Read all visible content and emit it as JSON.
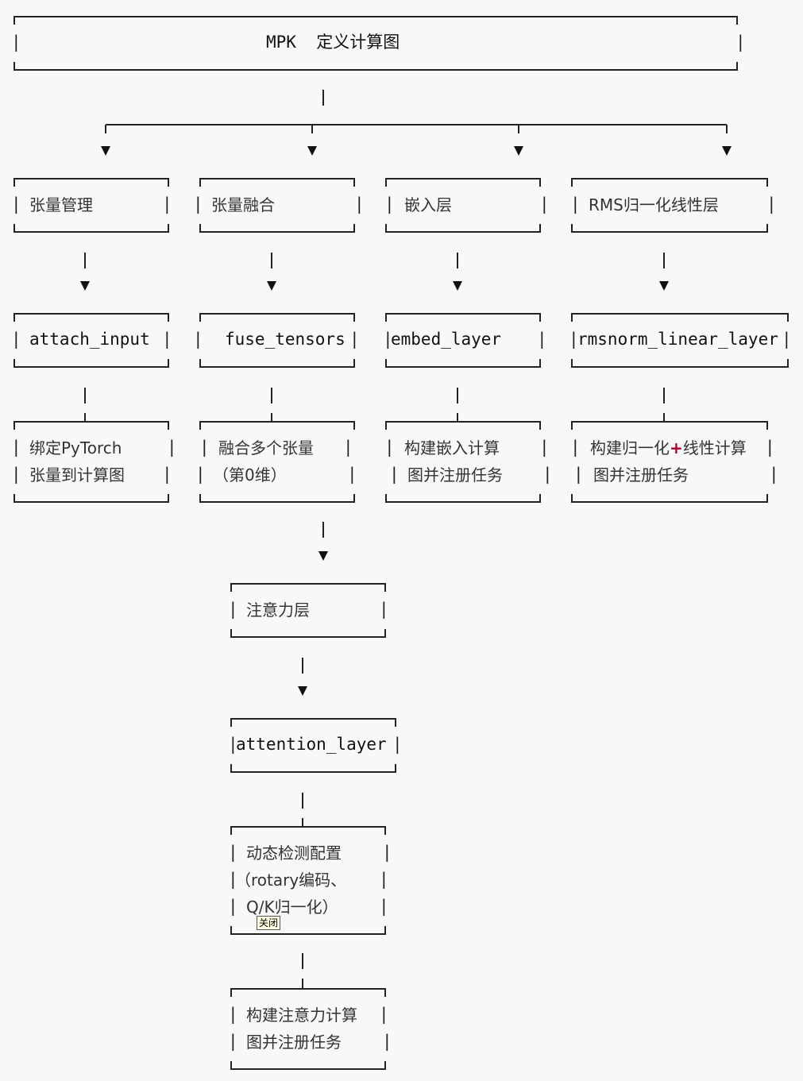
{
  "root": {
    "title": "MPK  定义计算图"
  },
  "branches": [
    {
      "category": "张量管理",
      "function": "attach_input",
      "desc": [
        "绑定PyTorch",
        "张量到计算图"
      ]
    },
    {
      "category": "张量融合",
      "function": "fuse_tensors",
      "desc": [
        "融合多个张量",
        "（第0维）"
      ]
    },
    {
      "category": "嵌入层",
      "function": "embed_layer",
      "desc": [
        "构建嵌入计算",
        "图并注册任务"
      ]
    },
    {
      "category": "RMS归一化线性层",
      "function": "rmsnorm_linear_layer",
      "desc_line1_pre": "构建归一化",
      "desc_plus": "+",
      "desc_line1_post": "线性计算",
      "desc_line2": "图并注册任务"
    }
  ],
  "attention": {
    "category": "注意力层",
    "function": "attention_layer",
    "config": [
      "动态检测配置",
      "（rotary编码、",
      "Q/K归一化）"
    ],
    "desc": [
      "构建注意力计算",
      "图并注册任务"
    ]
  },
  "tooltip": {
    "label": "关闭"
  }
}
